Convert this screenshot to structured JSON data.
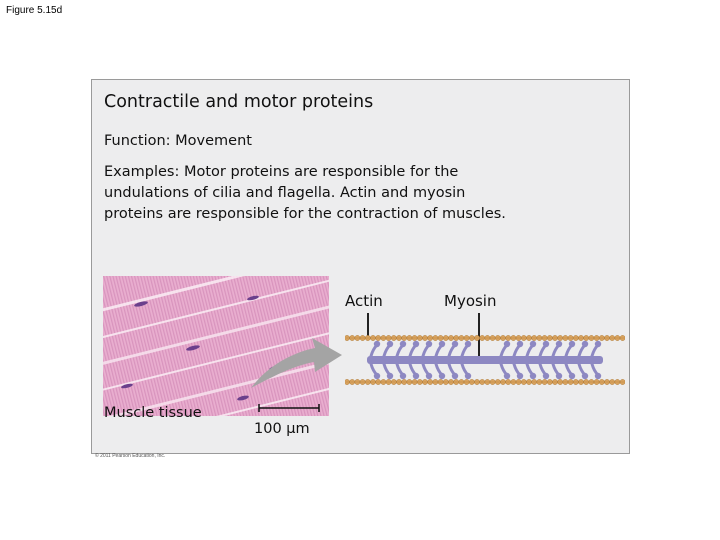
{
  "figure_label": "Figure 5.15d",
  "heading": "Contractile and motor proteins",
  "function_text": "Function: Movement",
  "examples_text": "Examples: Motor proteins are responsible for the undulations of cilia and flagella. Actin and myosin proteins are responsible for the contraction of muscles.",
  "image_labels": {
    "tissue": "Muscle tissue",
    "scale_bar": "100 μm",
    "actin": "Actin",
    "myosin": "Myosin"
  },
  "copyright": "© 2011 Pearson Education, Inc.",
  "colors": {
    "panel_bg": "#ededee",
    "tissue_pink": "#e7a9cc",
    "actin_bead": "#d9a35e",
    "myosin_purple": "#8d88c2",
    "arrow_gray": "#a4a4a4"
  }
}
